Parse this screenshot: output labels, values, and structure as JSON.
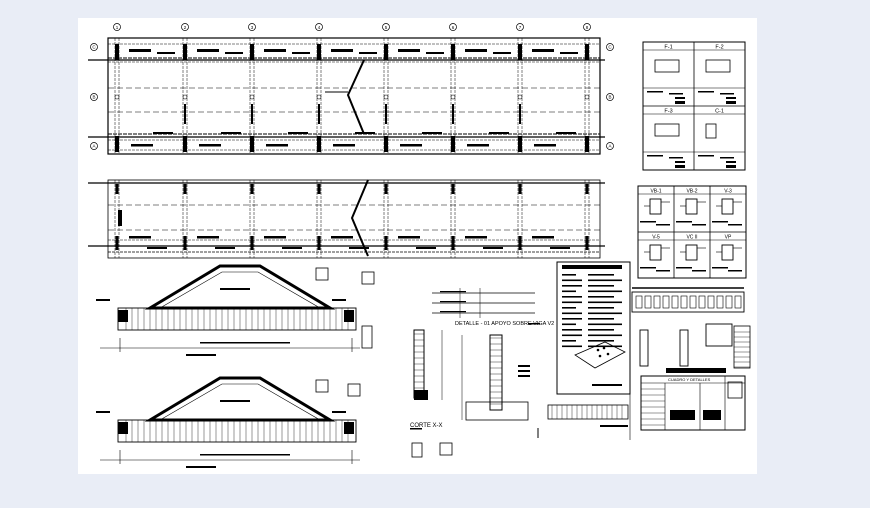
{
  "drawing": {
    "background_color": "#e9edf6",
    "sheet_color": "#ffffff",
    "line_color": "#000000",
    "plan": {
      "column_axes": [
        "1",
        "2",
        "3",
        "4",
        "5",
        "6",
        "7",
        "8"
      ],
      "row_axes": [
        "C",
        "B",
        "A"
      ]
    },
    "footing_details": [
      "F-1",
      "F-2",
      "F-3",
      "C-1"
    ],
    "beam_details": [
      "VB-1",
      "VB-2",
      "V-3",
      "V-5",
      "VC II",
      "VP"
    ],
    "detail_title": "DETALLE - 01  APOYO SOBRE VIGA V2",
    "section_title": "CORTE  X-X",
    "table_title": "CUADRO Y DETALLES"
  }
}
